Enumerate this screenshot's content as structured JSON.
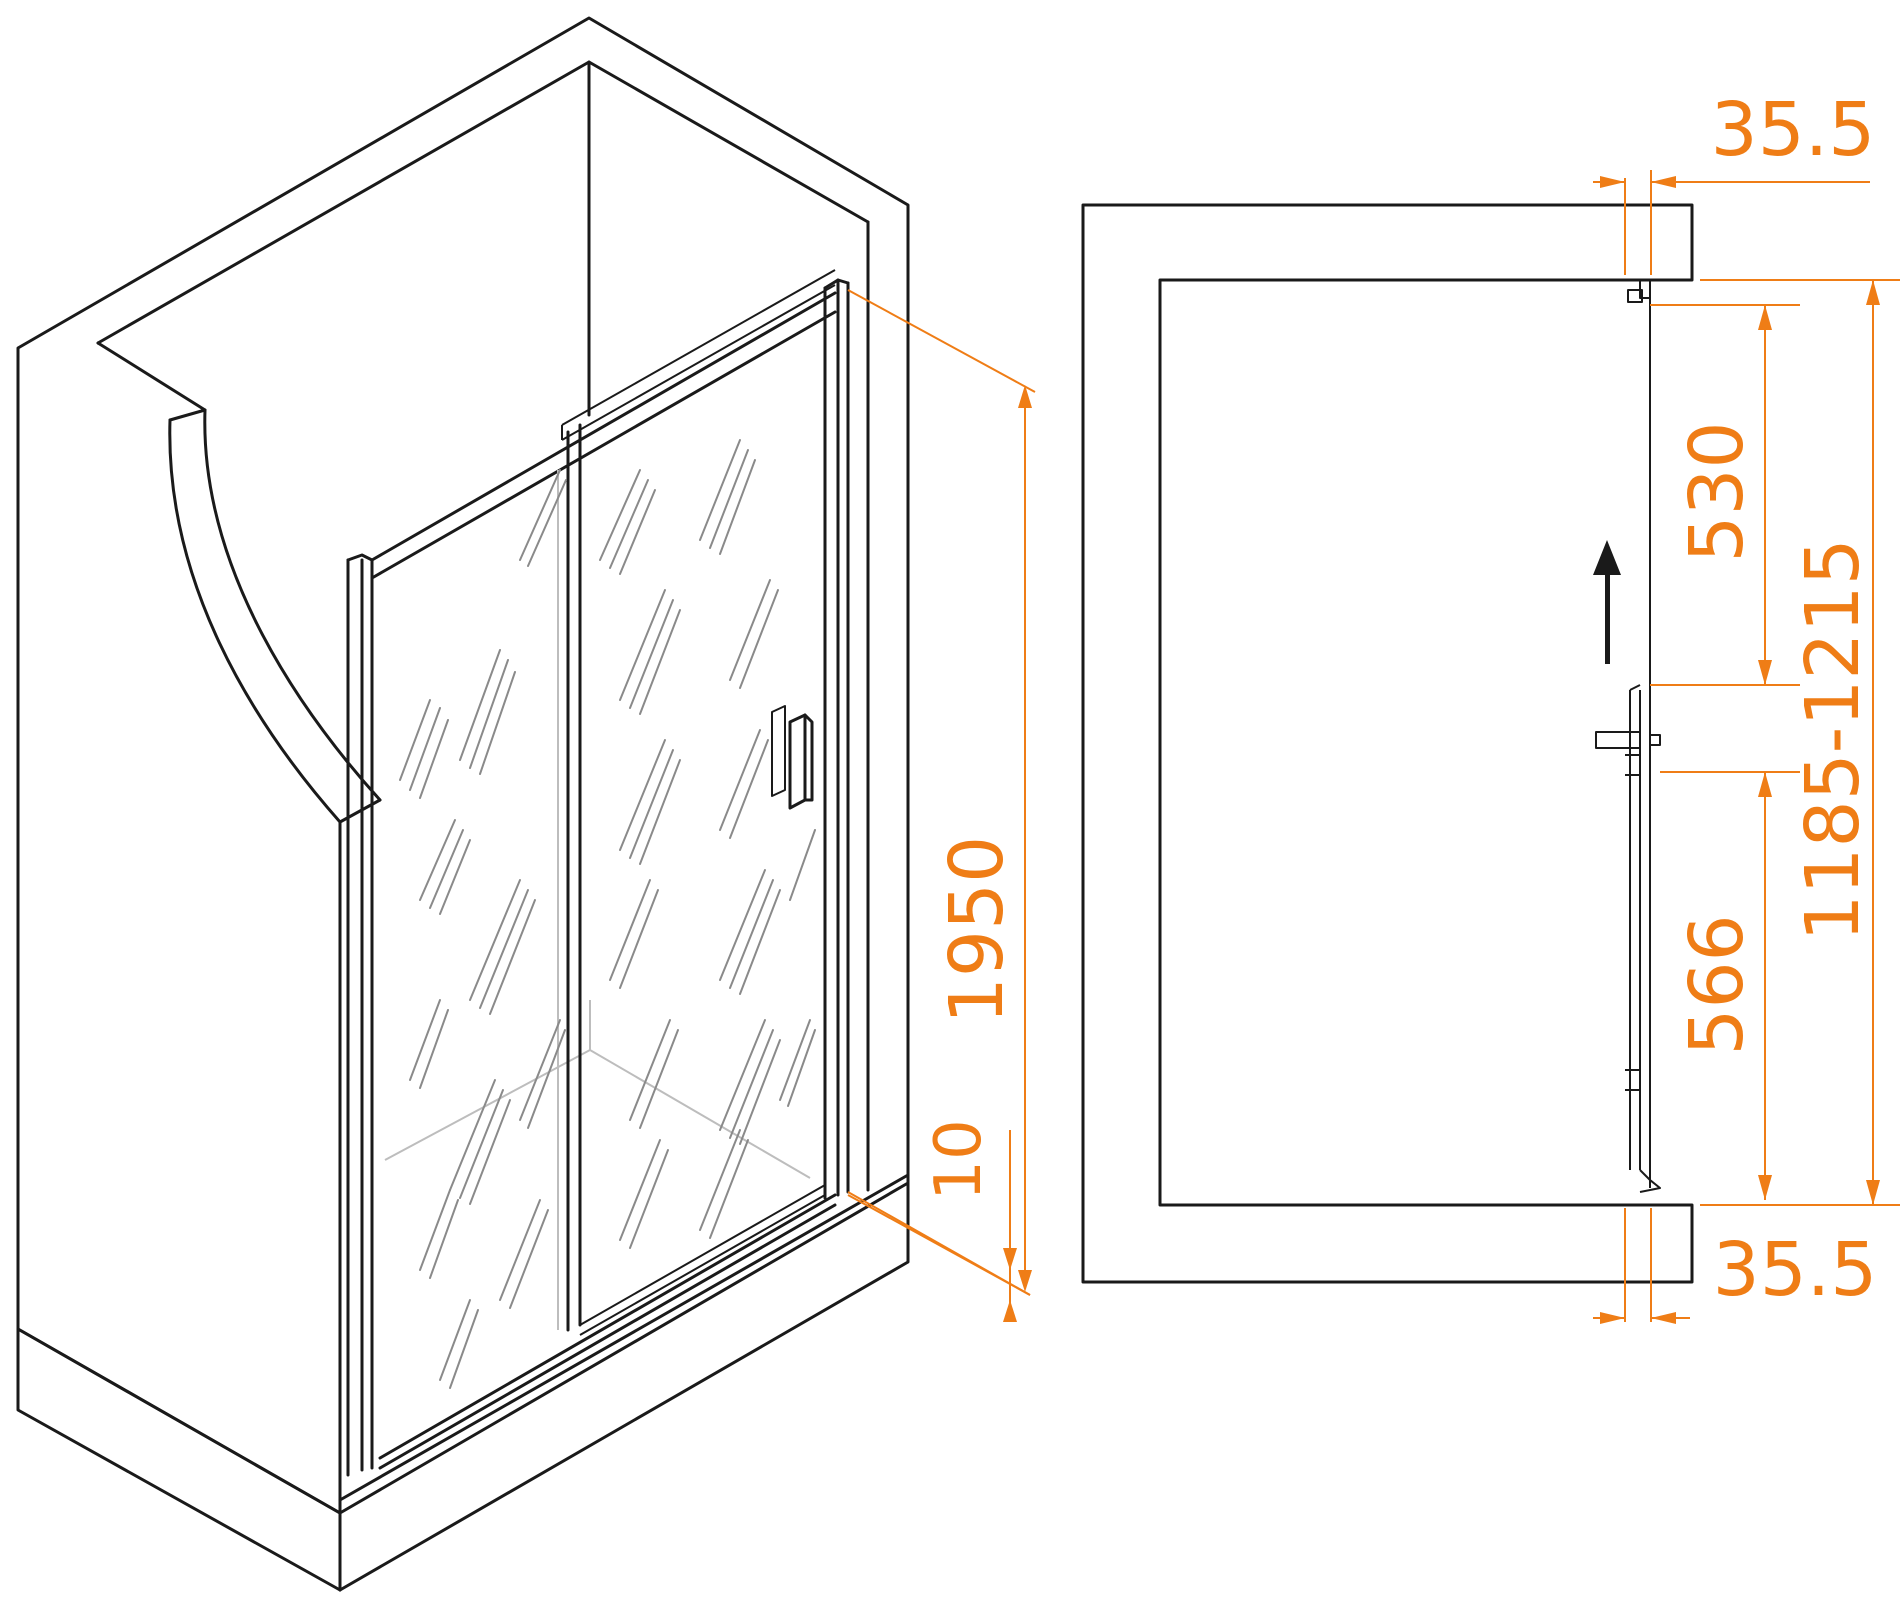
{
  "colors": {
    "outline": "#1a1a1a",
    "dimension": "#ef7d16",
    "glass": "#8a8a8a"
  },
  "dimensions": {
    "height": "1950",
    "threshold": "10",
    "wall_top": "35.5",
    "wall_bottom": "35.5",
    "opening_top": "530",
    "opening_bottom": "566",
    "width_range": "1185-1215"
  },
  "icons": {
    "direction": "arrow-up-icon"
  }
}
